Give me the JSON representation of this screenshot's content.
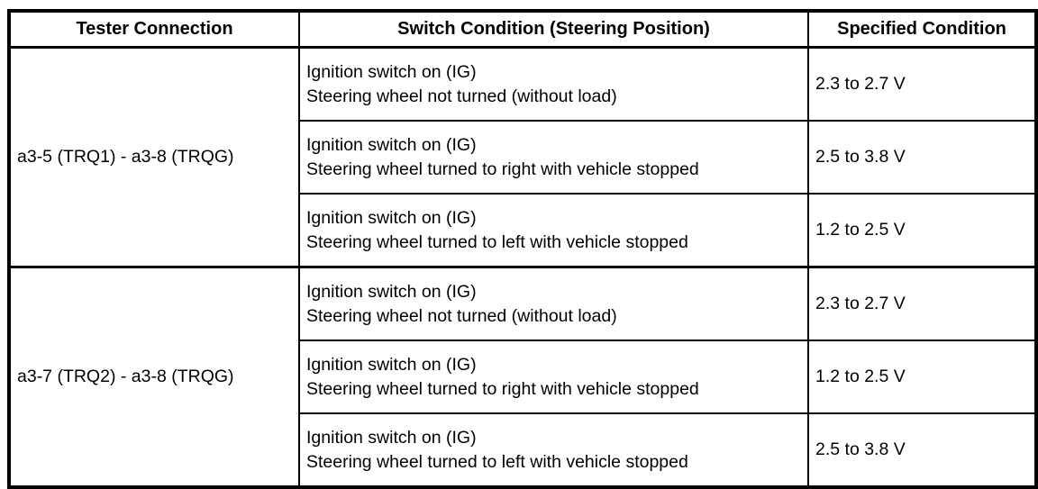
{
  "table": {
    "headers": [
      "Tester Connection",
      "Switch Condition (Steering Position)",
      "Specified Condition"
    ],
    "groups": [
      {
        "connection": "a3-5 (TRQ1) - a3-8 (TRQG)",
        "rows": [
          {
            "condition_line1": "Ignition switch on (IG)",
            "condition_line2": "Steering wheel not turned (without load)",
            "specified": "2.3 to 2.7 V"
          },
          {
            "condition_line1": "Ignition switch on (IG)",
            "condition_line2": "Steering wheel turned to right with vehicle stopped",
            "specified": "2.5 to 3.8 V"
          },
          {
            "condition_line1": "Ignition switch on (IG)",
            "condition_line2": "Steering wheel turned to left with vehicle stopped",
            "specified": "1.2 to 2.5 V"
          }
        ]
      },
      {
        "connection": "a3-7 (TRQ2) - a3-8 (TRQG)",
        "rows": [
          {
            "condition_line1": "Ignition switch on (IG)",
            "condition_line2": "Steering wheel not turned (without load)",
            "specified": "2.3 to 2.7 V"
          },
          {
            "condition_line1": "Ignition switch on (IG)",
            "condition_line2": "Steering wheel turned to right with vehicle stopped",
            "specified": "1.2 to 2.5 V"
          },
          {
            "condition_line1": "Ignition switch on (IG)",
            "condition_line2": "Steering wheel turned to left with vehicle stopped",
            "specified": "2.5 to 3.8 V"
          }
        ]
      }
    ],
    "colors": {
      "border": "#000000",
      "text": "#000000",
      "background": "#ffffff"
    }
  }
}
